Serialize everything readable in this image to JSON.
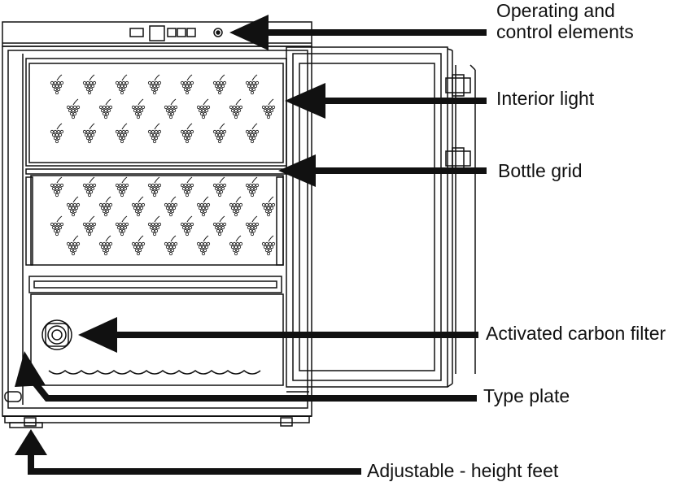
{
  "labels": {
    "operating_line1": "Operating and",
    "operating_line2": "control elements",
    "interior_light": "Interior light",
    "bottle_grid": "Bottle grid",
    "carbon_filter": "Activated carbon filter",
    "type_plate": "Type plate",
    "height_feet": "Adjustable - height feet"
  },
  "colors": {
    "ink": "#111111",
    "background": "#ffffff"
  },
  "icons": {
    "grape": "grape-cluster-icon",
    "filter": "carbon-filter-icon"
  }
}
